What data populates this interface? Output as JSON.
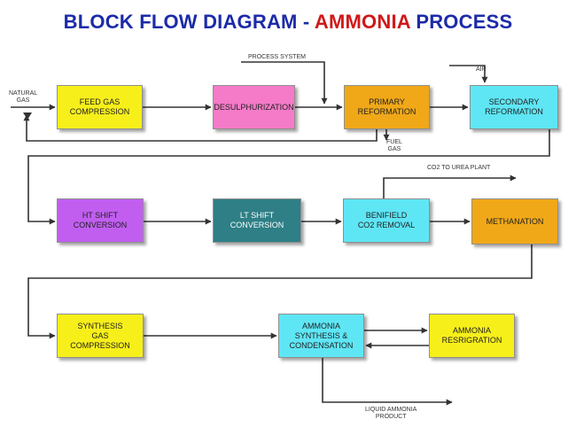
{
  "title": {
    "part1": "BLOCK FLOW DIAGRAM - ",
    "part2": "AMMONIA",
    "part3": " PROCESS"
  },
  "colors": {
    "title_blue": "#1c2ba8",
    "title_red": "#d01818",
    "yellow": "#f7ef1a",
    "pink": "#f57ac8",
    "orange": "#f0a818",
    "cyan": "#5ee6f5",
    "purple": "#c15ef0",
    "teal": "#2e7f86",
    "line": "#333333"
  },
  "blocks": {
    "feed_gas": "FEED GAS\nCOMPRESSION",
    "desulph": "DESULPHURIZATION",
    "primary": "PRIMARY\nREFORMATION",
    "secondary": "SECONDARY\nREFORMATION",
    "ht_shift": "HT SHIFT\nCONVERSION",
    "lt_shift": "LT SHIFT\nCONVERSION",
    "benfield": "BENIFIELD\nCO2 REMOVAL",
    "methanation": "METHANATION",
    "syngas": "SYNTHESIS\nGAS\nCOMPRESSION",
    "synthesis": "AMMONIA\nSYNTHESIS &\nCONDENSATION",
    "refrigeration": "AMMONIA\nRESRIGRATION"
  },
  "streams": {
    "natural_gas": "NATURAL\nGAS",
    "process_system": "PROCESS SYSTEM",
    "air": "AIR",
    "fuel_gas": "FUEL\nGAS",
    "co2": "CO2 TO UREA PLANT",
    "liquid_ammonia": "LIQUID AMMONIA\nPRODUCT"
  }
}
